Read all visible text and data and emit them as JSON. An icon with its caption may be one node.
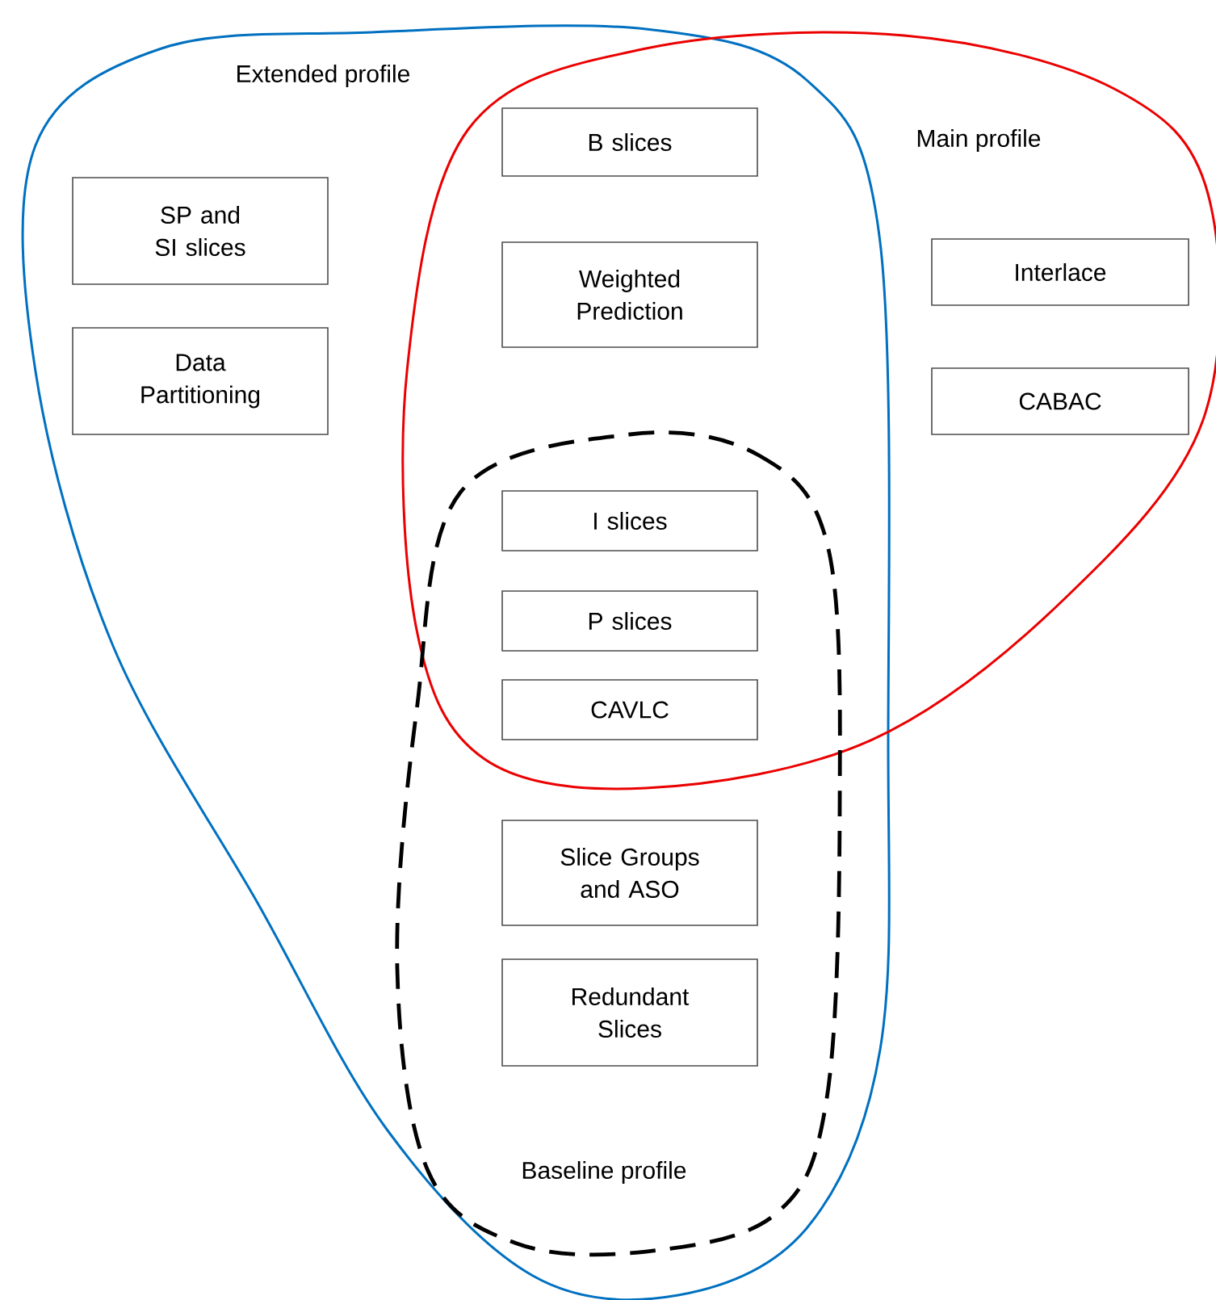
{
  "diagram": {
    "nodes": [
      {
        "text": [
          "Extended profile"
        ]
      },
      {
        "text": [
          "Main profile"
        ]
      },
      {
        "text": [
          "Baseline profile"
        ],
        "in": 0
      },
      {
        "text": [
          "SP and SI slices"
        ],
        "in": 0
      },
      {
        "text": [
          "Data Partitioning"
        ],
        "in": 0
      },
      {
        "text": [
          "B slices"
        ]
      },
      {
        "text": [
          "Weighted Prediction"
        ]
      },
      {
        "text": [
          "Interlace"
        ],
        "in": 1
      },
      {
        "text": [
          "CABAC"
        ],
        "in": 1
      },
      {
        "text": [
          "I slices"
        ]
      },
      {
        "text": [
          "P slices"
        ]
      },
      {
        "text": [
          "CAVLC"
        ]
      },
      {
        "text": [
          "Slice Groups and ASO"
        ],
        "in": 2
      },
      {
        "text": [
          "Redundant Slices"
        ],
        "in": 2
      }
    ],
    "edges": []
  }
}
